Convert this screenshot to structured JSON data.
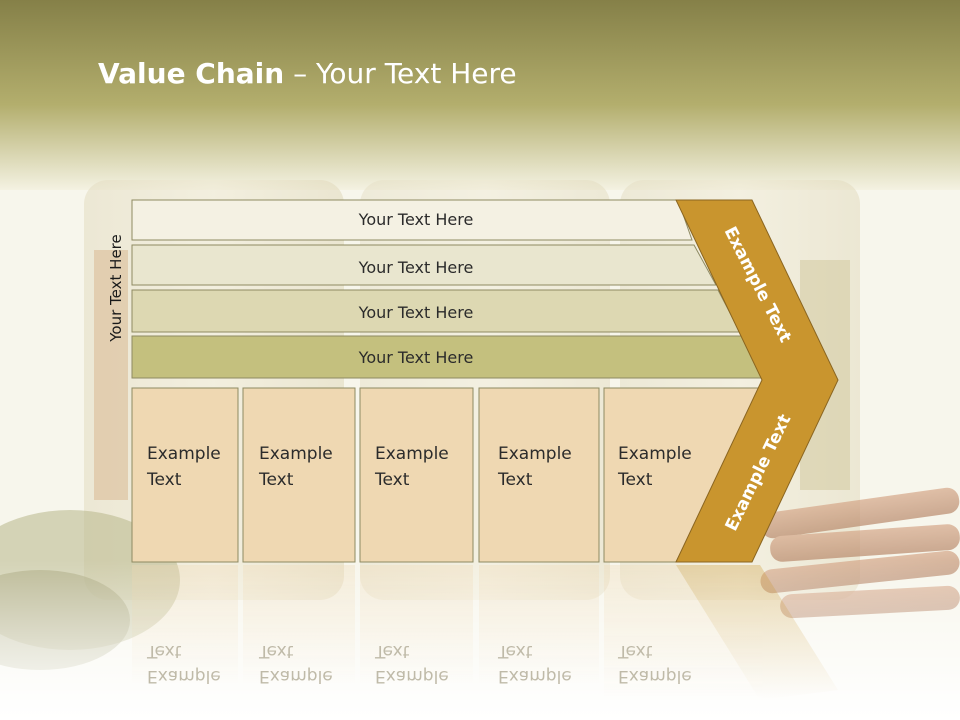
{
  "slide": {
    "title_bold": "Value Chain",
    "title_rest": " – Your Text Here",
    "side_label": "Your Text Here"
  },
  "bars": [
    {
      "label": "Your Text Here"
    },
    {
      "label": "Your Text Here"
    },
    {
      "label": "Your Text Here"
    },
    {
      "label": "Your Text Here"
    }
  ],
  "cells": [
    {
      "line1": "Example",
      "line2": "Text"
    },
    {
      "line1": "Example",
      "line2": "Text"
    },
    {
      "line1": "Example",
      "line2": "Text"
    },
    {
      "line1": "Example",
      "line2": "Text"
    },
    {
      "line1": "Example",
      "line2": "Text"
    }
  ],
  "arrow": {
    "upper_label": "Example Text",
    "lower_label": "Example Text"
  },
  "colors": {
    "header_band": "#a9a665",
    "bar_1": "#f4f1e3",
    "bar_2": "#e9e6cf",
    "bar_3": "#ddd8b2",
    "bar_4": "#c4c07e",
    "cell_fill": "#efd8b2",
    "arrow_fill": "#c9952e"
  }
}
